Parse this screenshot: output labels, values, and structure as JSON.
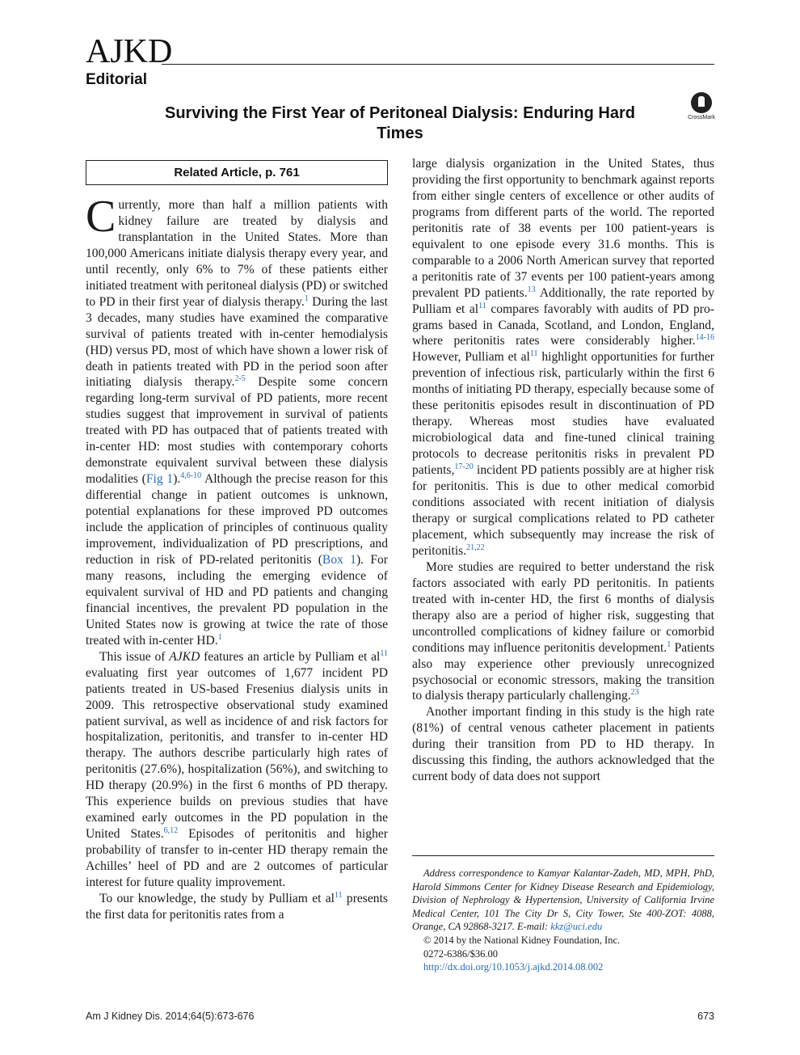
{
  "journal": {
    "logo": "AJKD",
    "section": "Editorial"
  },
  "title": "Surviving the First Year of Peritoneal Dialysis: Enduring Hard Times",
  "crossmark": {
    "label": "CrossMark"
  },
  "related_article": "Related Article, p. 761",
  "col1": {
    "dropcap": "C",
    "p1": [
      {
        "t": "urrently, more than half a million patients with kidney failure are treated by dialysis and transplantation in the United States. More than 100,000 Americans initiate dialysis therapy every year, and until recently, only 6% to 7% of these pa­tients either initiated treatment with peritoneal dialysis (PD) or switched to PD in their first year of dialysis therapy."
      },
      {
        "r": "1"
      },
      {
        "t": " During the last 3 decades, many studies have examined the comparative survival of patients treated with in-center hemodialysis (HD) versus PD, most of which have shown a lower risk of death in patients treated with PD in the period soon after initiating dialysis therapy."
      },
      {
        "r": "2-5"
      },
      {
        "t": " Despite some concern regarding long-term survival of PD patients, more recent studies suggest that improvement in survival of patients treated with PD has outpaced that of patients treated with in-center HD: most studies with contemporary cohorts demonstrate equivalent sur­vival between these dialysis modalities ("
      },
      {
        "l": "Fig 1"
      },
      {
        "t": ")."
      },
      {
        "r": "4,6-10"
      },
      {
        "t": " Although the precise reason for this differential change in patient outcomes is unknown, potential explanations for these improved PD outcomes include the application of principles of continuous quality improvement, individualization of PD pre­scriptions, and reduction in risk of PD-related peri­tonitis ("
      },
      {
        "l": "Box 1"
      },
      {
        "t": "). For many reasons, including the emerging evidence of equivalent survival of HD and PD patients and changing financial incentives, the prevalent PD population in the United States now is growing at twice the rate of those treated with in-center HD."
      },
      {
        "r": "1"
      }
    ],
    "p2": [
      {
        "t": "This issue of "
      },
      {
        "i": "AJKD"
      },
      {
        "t": " features an article by Pulliam et al"
      },
      {
        "r": "11"
      },
      {
        "t": " evaluating first year outcomes of 1,677 incident PD patients treated in US-based Fresenius dialysis units in 2009. This retrospective observational study examined patient survival, as well as incidence of and risk factors for hospitalization, peritonitis, and transfer to in-center HD therapy. The authors describe particularly high rates of peritonitis (27.6%), hospi­talization (56%), and switching to HD therapy (20.9%) in the first 6 months of PD therapy. This experience builds on previous studies that have examined early outcomes in the PD population in the United States."
      },
      {
        "r": "6,12"
      },
      {
        "t": " Episodes of peritonitis and higher probability of transfer to in-center HD therapy remain the Achilles’ heel of PD and are 2 outcomes of particular interest for future quality improvement."
      }
    ],
    "p3": [
      {
        "t": "To our knowledge, the study by Pulliam et al"
      },
      {
        "r": "11"
      },
      {
        "t": " presents the first data for peritonitis rates from a"
      }
    ]
  },
  "col2": {
    "p1": [
      {
        "t": "large dialysis organization in the United States, thus providing the first opportunity to benchmark against reports from either single centers of excellence or other audits of programs from different parts of the world. The reported peritonitis rate of 38 events per 100 patient-years is equivalent to one episode every 31.6 months. This is comparable to a 2006 North American survey that reported a peritonitis rate of 37 events per 100 patient-years among prevalent PD patients."
      },
      {
        "r": "13"
      },
      {
        "t": " Additionally, the rate reported by Pulliam et al"
      },
      {
        "r": "11"
      },
      {
        "t": " compares favorably with audits of PD pro­grams based in Canada, Scotland, and London, England, where peritonitis rates were considerably higher."
      },
      {
        "r": "14-16"
      },
      {
        "t": " However, Pulliam et al"
      },
      {
        "r": "11"
      },
      {
        "t": " highlight op­portunities for further prevention of infectious risk, particularly within the first 6 months of initiating PD therapy, especially because some of these peritonitis episodes result in discontinuation of PD therapy. Whereas most studies have evaluated microbiological data and fine-tuned clinical training protocols to decrease peritonitis risks in prevalent PD patients,"
      },
      {
        "r": "17-20"
      },
      {
        "t": " incident PD patients possibly are at higher risk for peritonitis. This is due to other medical comorbid conditions associated with recent initiation of dialysis therapy or surgical complications related to PD catheter placement, which subsequently may increase the risk of peritonitis."
      },
      {
        "r": "21,22"
      }
    ],
    "p2": [
      {
        "t": "More studies are required to better understand the risk factors associated with early PD peritonitis. In patients treated with in-center HD, the first 6 months of dialysis therapy also are a period of higher risk, suggesting that uncontrolled complications of kidney failure or comorbid conditions may influence perito­nitis development."
      },
      {
        "r": "1"
      },
      {
        "t": " Patients also may experience other previously unrecognized psychosocial or eco­nomic stressors, making the transition to dialysis therapy particularly challenging."
      },
      {
        "r": "23"
      }
    ],
    "p3": [
      {
        "t": "Another important finding in this study is the high rate (81%) of central venous catheter placement in patients during their transition from PD to HD ther­apy. In discussing this finding, the authors acknowl­edged that the current body of data does not support"
      }
    ]
  },
  "footnote": {
    "address": "Address correspondence to Kamyar Kalantar-Zadeh, MD, MPH, PhD, Harold Simmons Center for Kidney Disease Research and Epidemiology, Division of Nephrology & Hypertension, University of California Irvine Medical Center, 101 The City Dr S, City Tower, Ste 400-ZOT: 4088, Orange, CA 92868-3217. E-mail: ",
    "email": "kkz@uci.edu",
    "copyright": "© 2014 by the National Kidney Foundation, Inc.",
    "issn": "0272-6386/$36.00",
    "doi": "http://dx.doi.org/10.1053/j.ajkd.2014.08.002"
  },
  "footer": {
    "citation": "Am J Kidney Dis. 2014;64(5):673-676",
    "page": "673"
  }
}
